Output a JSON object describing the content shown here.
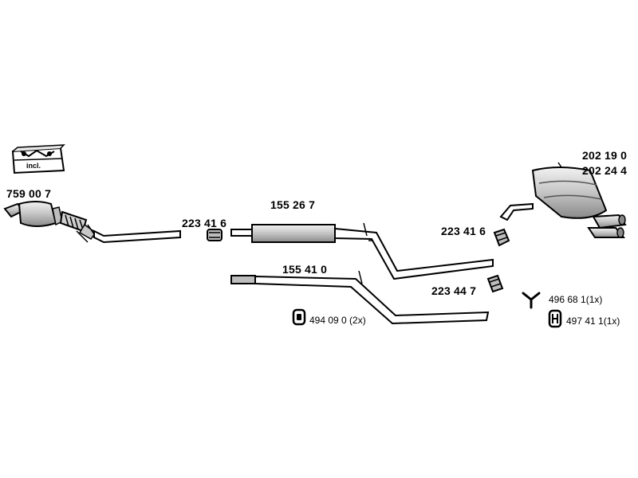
{
  "parts": {
    "kit_badge_label": "incl.",
    "catalytic_converter": "759 00 7",
    "front_clamp": "223 41 6",
    "middle_silencer": "155 26 7",
    "alt_pipe": "155 41 0",
    "rear_clamp": "223 41 6",
    "rear_clamp_alt": "223 44 7",
    "rear_silencer_a": "202 19 0",
    "rear_silencer_b": "202 24 4",
    "rubber_mount": "494 09 0 (2x)",
    "y_bracket": "496 68 1(1x)",
    "h_mount": "497 41 1(1x)"
  },
  "colors": {
    "ink": "#000000",
    "part_fill": "#d6d6d6",
    "part_shade": "#9a9a9a",
    "background": "#ffffff"
  },
  "icons": [
    "fitting-kit-icon",
    "rubber-mount-icon",
    "y-bracket-icon",
    "h-mount-icon"
  ]
}
